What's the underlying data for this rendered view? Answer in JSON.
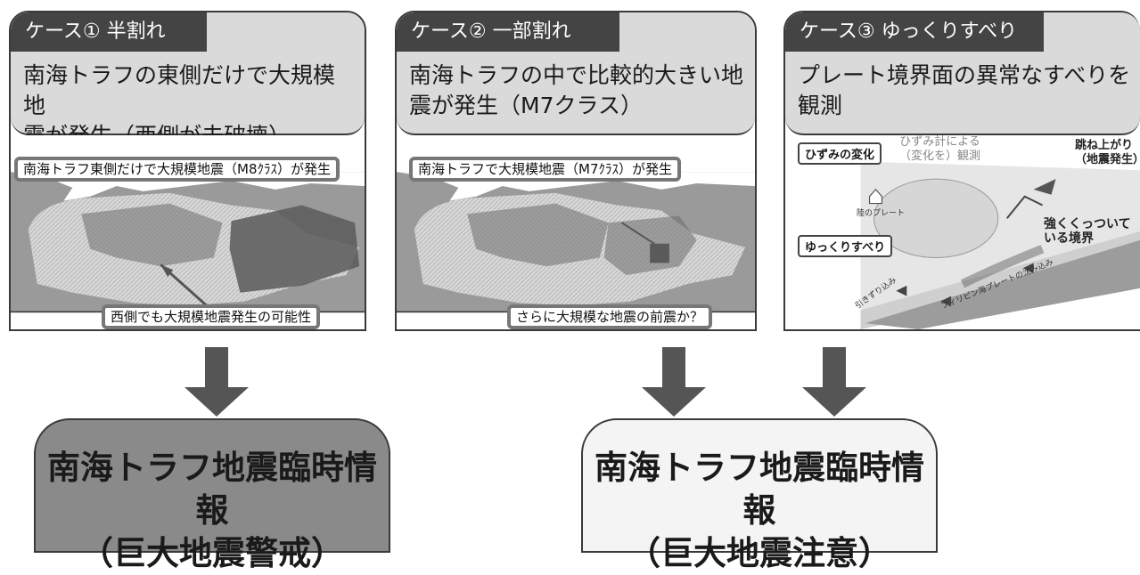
{
  "case1": {
    "tag": "ケース① 半割れ",
    "description": "南海トラフの東側だけで大規模地\n震が発生（西側が未破壊）",
    "label_top": "南海トラフ東側だけで大規模地震（M8ｸﾗｽ）が発生",
    "label_bottom": "西側でも大規模地震発生の可能性"
  },
  "case2": {
    "tag": "ケース② 一部割れ",
    "description": "南海トラフの中で比較的大きい地\n震が発生（M7クラス）",
    "label_top": "南海トラフで大規模地震（M7ｸﾗｽ）が発生",
    "label_bottom": "さらに大規模な地震の前震か？"
  },
  "case3": {
    "tag": "ケース③ ゆっくりすべり",
    "description": "プレート境界面の異常なすべりを\n観測",
    "diagram": {
      "strain_change": "ひずみの変化",
      "strain_meter": "ひずみ計による\n（変化を）観測",
      "rebound": "跳ね上がり\n（地震発生）",
      "land_plate": "陸のプレート",
      "strongly_coupled": "強くくっついて\nいる境界",
      "slow_slip": "ゆっくりすべり",
      "drag_in": "引きずり込み",
      "philippine_plate": "フィリピン海プレートの沈み込み"
    }
  },
  "results": {
    "warning": {
      "title": "南海トラフ地震臨時情報",
      "subtitle": "（巨大地震警戒）"
    },
    "advisory": {
      "title": "南海トラフ地震臨時情報",
      "subtitle": "（巨大地震注意）"
    }
  },
  "colors": {
    "header_bg": "#dadada",
    "tag_bg": "#444444",
    "arrow": "#555555",
    "warning_bg": "#8a8a8a",
    "advisory_bg": "#f4f4f4"
  }
}
